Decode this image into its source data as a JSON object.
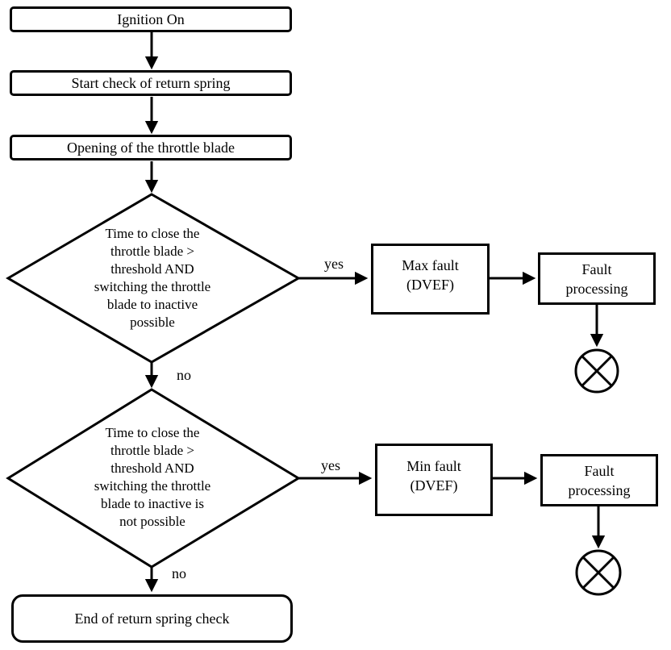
{
  "diagram_type": "flowchart",
  "nodes": {
    "ignition_on": "Ignition On",
    "start_check": "Start check of return spring",
    "opening_blade": "Opening of the throttle blade",
    "decision1": "Time to close the\nthrottle blade >\nthreshold AND\nswitching the throttle\nblade to inactive\npossible",
    "max_fault": "Max fault\n(DVEF)",
    "fault_processing1": "Fault\nprocessing",
    "decision2": "Time to close the\nthrottle blade >\nthreshold AND\nswitching the throttle\nblade to inactive is\nnot possible",
    "min_fault": "Min fault\n(DVEF)",
    "fault_processing2": "Fault\nprocessing",
    "end_check": "End of return spring check"
  },
  "edge_labels": {
    "yes1": "yes",
    "no1": "no",
    "yes2": "yes",
    "no2": "no"
  },
  "colors": {
    "line": "#000000",
    "fill": "#ffffff"
  }
}
